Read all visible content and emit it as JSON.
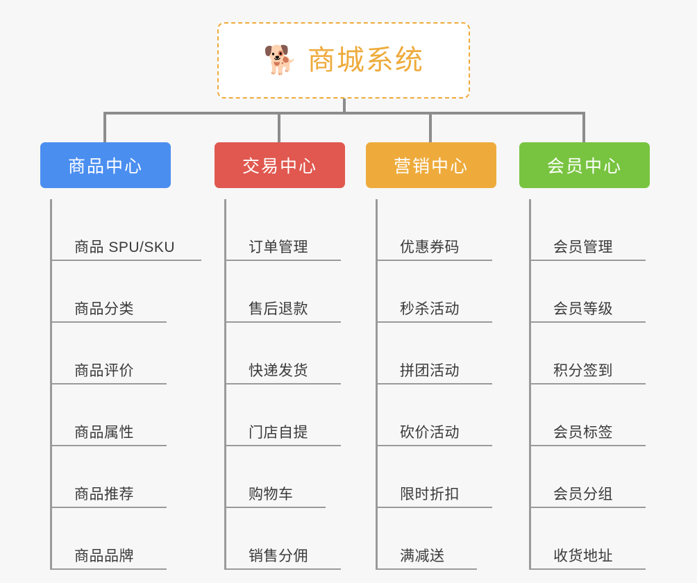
{
  "diagram": {
    "type": "org-chart",
    "title": "商城系统",
    "background_color": "#f7f7f7",
    "root": {
      "icon": "shiba-dog-face-emoji",
      "icon_glyph": "🐕",
      "label": "商城系统",
      "text_color": "#eeab3c",
      "border_color": "#eeab3c",
      "background_color": "#ffffff"
    },
    "connector_color": "#8c8c8c",
    "branches": [
      {
        "label": "商品中心",
        "color": "#4a8ef0",
        "items": [
          "商品 SPU/SKU",
          "商品分类",
          "商品评价",
          "商品属性",
          "商品推荐",
          "商品品牌"
        ]
      },
      {
        "label": "交易中心",
        "color": "#e0584f",
        "items": [
          "订单管理",
          "售后退款",
          "快递发货",
          "门店自提",
          "购物车",
          "销售分佣"
        ]
      },
      {
        "label": "营销中心",
        "color": "#eeab3c",
        "items": [
          "优惠券码",
          "秒杀活动",
          "拼团活动",
          "砍价活动",
          "限时折扣",
          "满减送"
        ]
      },
      {
        "label": "会员中心",
        "color": "#78c440",
        "items": [
          "会员管理",
          "会员等级",
          "积分签到",
          "会员标签",
          "会员分组",
          "收货地址"
        ]
      }
    ]
  }
}
